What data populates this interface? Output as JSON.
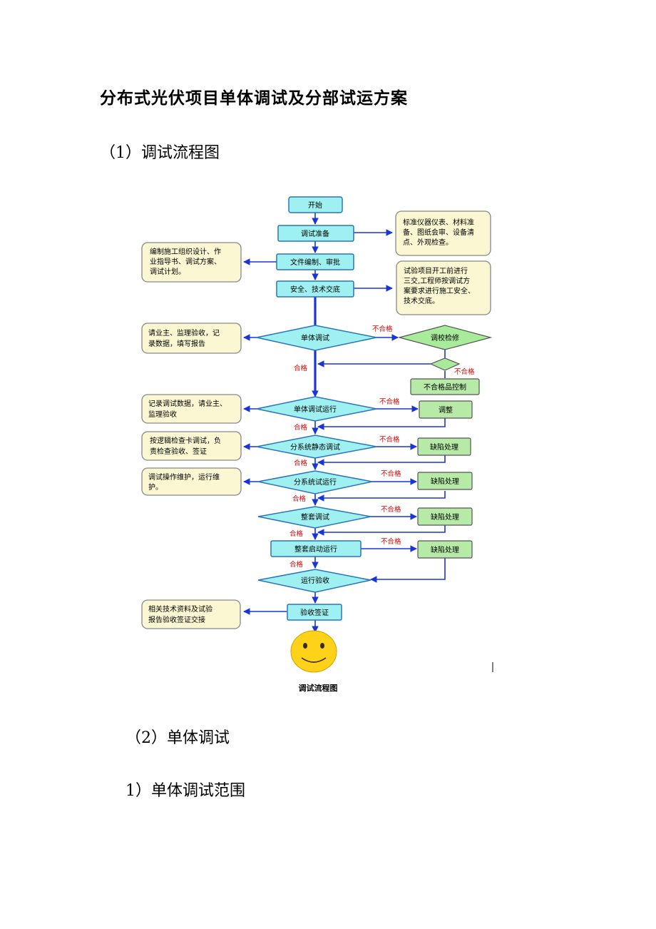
{
  "title": "分布式光伏项目单体调试及分部试运方案",
  "section1": "（1）调试流程图",
  "section2": "（2）单体调试",
  "section3": "1）单体调试范围",
  "flow": {
    "start": "开始",
    "prep": "调试准备",
    "docs": "文件编制、审批",
    "safety": "安全、技术交底",
    "single": "单体调试",
    "recheck": "调校检修",
    "unqualified_ctrl": "不合格品控制",
    "single_run": "单体调试运行",
    "adjust": "调整",
    "static": "分系统静态调试",
    "defect1": "缺陷处理",
    "sub_run": "分系统试运行",
    "defect2": "缺陷处理",
    "whole": "整套调试",
    "defect3": "缺陷处理",
    "whole_start": "整套启动运行",
    "defect4": "缺陷处理",
    "accept_run": "运行验收",
    "sign": "验收签证",
    "ng": "不合格",
    "ok": "合格",
    "caption": "调试流程图",
    "notes": {
      "n1": [
        "标准仪器仪表、材料准",
        "备、图纸会审、设备清",
        "点、外观检查。"
      ],
      "n2": [
        "编制施工组织设计、作",
        "业指导书、调试方案、",
        "调试计划。"
      ],
      "n3": [
        "试验项目开工前进行",
        "三交,工程师按调试方",
        "案要求进行施工安全、",
        "技术交底。"
      ],
      "n4": [
        "请业主、监理验收，记",
        "录数据，填写报告"
      ],
      "n5": [
        "记录调试数据，请业主、",
        "监理验收"
      ],
      "n6": [
        "按逻辑检查卡调试，负",
        "责检查验收、签证"
      ],
      "n7": [
        "调试操作维护，运行维",
        "护。"
      ],
      "n8": [
        "相关技术资料及试验",
        "报告验收签证交接"
      ]
    }
  }
}
